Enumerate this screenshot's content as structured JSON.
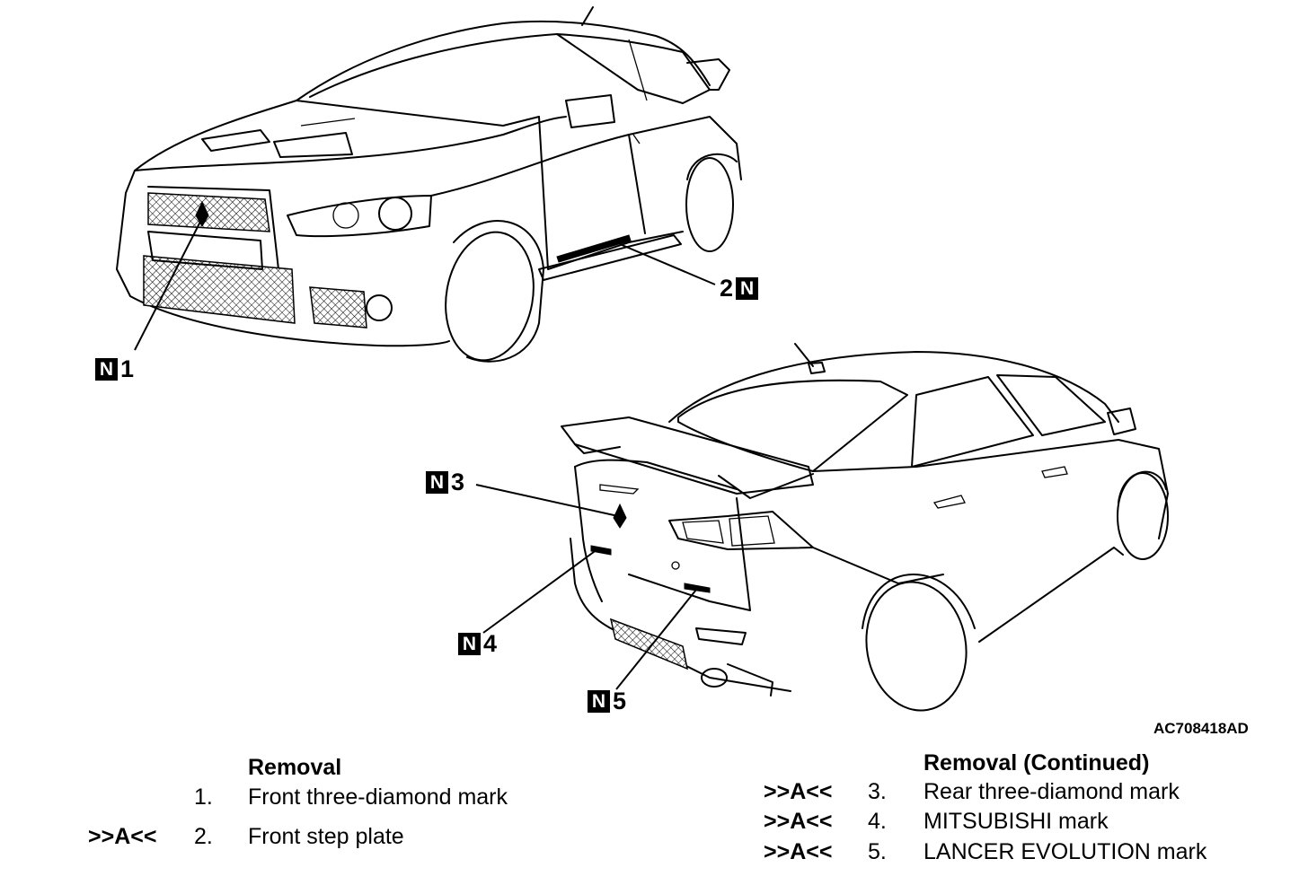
{
  "figure_code": "AC708418AD",
  "callouts": [
    {
      "number": "1",
      "badge": "N"
    },
    {
      "number": "2",
      "badge": "N"
    },
    {
      "number": "3",
      "badge": "N"
    },
    {
      "number": "4",
      "badge": "N"
    },
    {
      "number": "5",
      "badge": "N"
    }
  ],
  "removal": {
    "heading": "Removal",
    "items": [
      {
        "ref": "",
        "index": "1.",
        "label": "Front three-diamond mark"
      },
      {
        "ref": ">>A<<",
        "index": "2.",
        "label": "Front step plate"
      }
    ]
  },
  "removal_continued": {
    "heading": "Removal (Continued)",
    "items": [
      {
        "ref": ">>A<<",
        "index": "3.",
        "label": "Rear three-diamond mark"
      },
      {
        "ref": ">>A<<",
        "index": "4.",
        "label": "MITSUBISHI mark"
      },
      {
        "ref": ">>A<<",
        "index": "5.",
        "label": "LANCER EVOLUTION mark"
      }
    ]
  }
}
